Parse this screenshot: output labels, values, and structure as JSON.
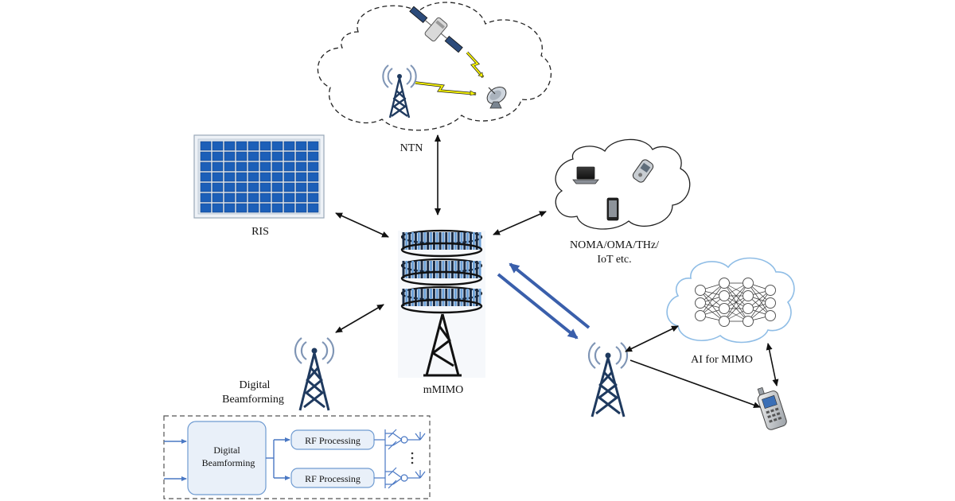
{
  "labels": {
    "ntn": "NTN",
    "ris": "RIS",
    "mmimo": "mMIMO",
    "noma_line1": "NOMA/OMA/THz/",
    "noma_line2": "IoT etc.",
    "ai": "AI for MIMO",
    "digital_bf_line1": "Digital",
    "digital_bf_line2": "Beamforming"
  },
  "beamforming_block": {
    "main_line1": "Digital",
    "main_line2": "Beamforming",
    "rf_top": "RF Processing",
    "rf_bottom": "RF Processing"
  },
  "colors": {
    "tower": "#1f3a5f",
    "ris_cell": "#1c5fb8",
    "ris_frame": "#cdd7e3",
    "blue_arrow": "#3a5fab",
    "bolt": "#f4f000",
    "neural_cloud": "#8fbde6",
    "block_border": "#6f9bd1"
  },
  "icons": [
    "satellite-icon",
    "dish-icon",
    "laptop-icon",
    "phone-icon",
    "smartphone-icon",
    "handheld-phone-icon",
    "neural-network-icon"
  ]
}
